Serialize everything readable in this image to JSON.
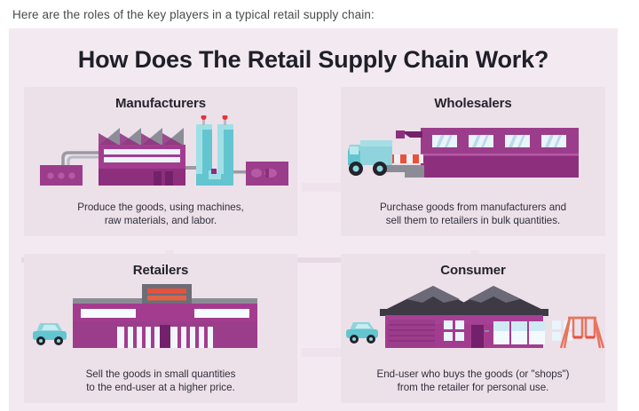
{
  "intro": {
    "text": "Here are the roles of the key players in a typical retail supply chain:"
  },
  "infographic": {
    "title": "How Does The Retail Supply Chain Work?",
    "background_color": "#f3e9f0",
    "card_color": "#ece0e9",
    "title_color": "#1f1f29",
    "accent_magenta": "#a33c8f",
    "accent_plum": "#8e2f7e",
    "accent_teal": "#79d2da",
    "accent_grey": "#8c8c96",
    "accent_red": "#e8513a",
    "cards": [
      {
        "id": "manufacturers",
        "title": "Manufacturers",
        "caption": "Produce the goods, using machines,\nraw materials, and labor.",
        "art": "factory-illustration"
      },
      {
        "id": "wholesalers",
        "title": "Wholesalers",
        "caption": "Purchase goods from manufacturers and\nsell them to retailers in bulk quantities.",
        "art": "warehouse-truck-illustration"
      },
      {
        "id": "retailers",
        "title": "Retailers",
        "caption": "Sell the goods in small quantities\nto the end-user at a higher price.",
        "art": "retail-store-illustration"
      },
      {
        "id": "consumer",
        "title": "Consumer",
        "caption": "End-user who buys the goods (or \"shops\")\nfrom the retailer for personal use.",
        "art": "house-illustration"
      }
    ]
  }
}
